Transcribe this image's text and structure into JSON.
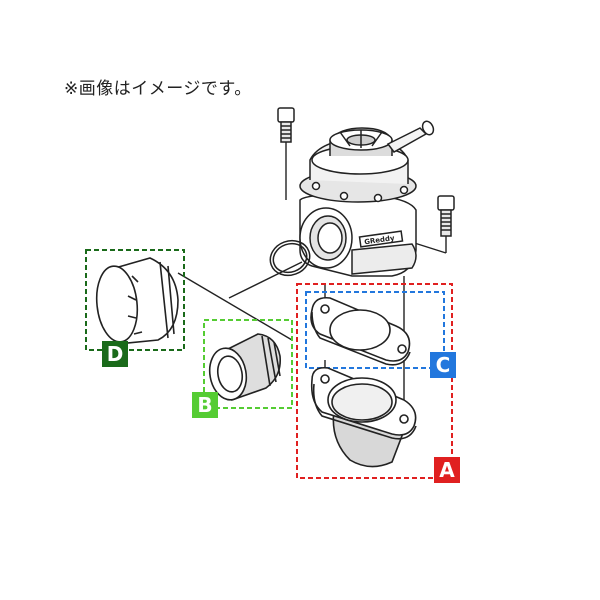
{
  "note": "※画像はイメージです。",
  "labels": {
    "a": "A",
    "b": "B",
    "c": "C",
    "d": "D"
  },
  "colors": {
    "a": "#e02020",
    "b": "#55cc33",
    "c": "#2277dd",
    "d": "#1a6a1a",
    "outline": "#222222",
    "part_fill": "#ffffff",
    "part_shade": "#d8d8d8"
  },
  "brand_text": "GReddy"
}
